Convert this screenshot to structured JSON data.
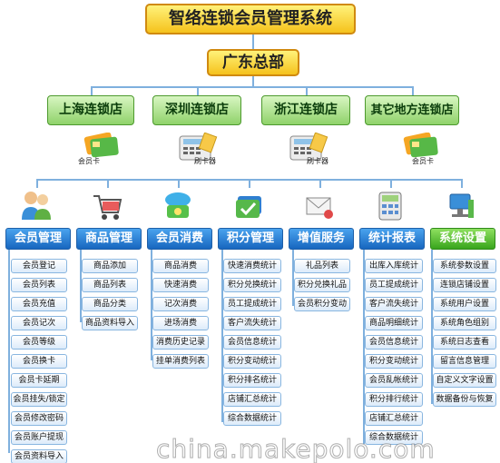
{
  "title": "智络连锁会员管理系统",
  "headquarters": "广东总部",
  "branches": [
    {
      "name": "上海连锁店",
      "device_label": "会员卡",
      "device_icon": "member-card-icon"
    },
    {
      "name": "深圳连锁店",
      "device_label": "刷卡器",
      "device_icon": "card-reader-icon"
    },
    {
      "name": "浙江连锁店",
      "device_label": "刷卡器",
      "device_icon": "card-reader-icon"
    },
    {
      "name": "其它地方连锁店",
      "device_label": "会员卡",
      "device_icon": "member-card-icon"
    }
  ],
  "modules": [
    {
      "name": "会员管理",
      "icon": "users-icon",
      "color": "#1766bf",
      "items": [
        "会员登记",
        "会员列表",
        "会员充值",
        "会员记次",
        "会员等级",
        "会员换卡",
        "会员卡延期",
        "会员挂失/锁定",
        "会员修改密码",
        "会员账户提现",
        "会员资料导入"
      ]
    },
    {
      "name": "商品管理",
      "icon": "shopping-cart-icon",
      "color": "#1766bf",
      "items": [
        "商品添加",
        "商品列表",
        "商品分类",
        "商品资料导入"
      ]
    },
    {
      "name": "会员消费",
      "icon": "payment-icon",
      "color": "#1766bf",
      "items": [
        "商品消费",
        "快速消费",
        "记次消费",
        "进场消费",
        "消费历史记录",
        "挂单消费列表"
      ]
    },
    {
      "name": "积分管理",
      "icon": "points-card-icon",
      "color": "#1766bf",
      "items": [
        "快速消费统计",
        "积分兑换统计",
        "员工提成统计",
        "客户流失统计",
        "会员信息统计",
        "积分变动统计",
        "积分排名统计",
        "店铺汇总统计",
        "综合数据统计"
      ]
    },
    {
      "name": "增值服务",
      "icon": "mail-icon",
      "color": "#1766bf",
      "items": [
        "礼品列表",
        "积分兑换礼品",
        "会员积分变动"
      ]
    },
    {
      "name": "统计报表",
      "icon": "calculator-icon",
      "color": "#1766bf",
      "items": [
        "出库入库统计",
        "员工提成统计",
        "客户流失统计",
        "商品明细统计",
        "会员信息统计",
        "积分变动统计",
        "会员乱帐统计",
        "积分排行统计",
        "店铺汇总统计",
        "综合数据统计"
      ]
    },
    {
      "name": "系统设置",
      "icon": "system-settings-icon",
      "color": "#38a51c",
      "items": [
        "系统参数设置",
        "连锁店铺设置",
        "系统用户设置",
        "系统角色组别",
        "系统日志查看",
        "留言信息管理",
        "自定义文字设置",
        "数据备份与恢复"
      ]
    }
  ],
  "watermark": "china.makepolo.com"
}
